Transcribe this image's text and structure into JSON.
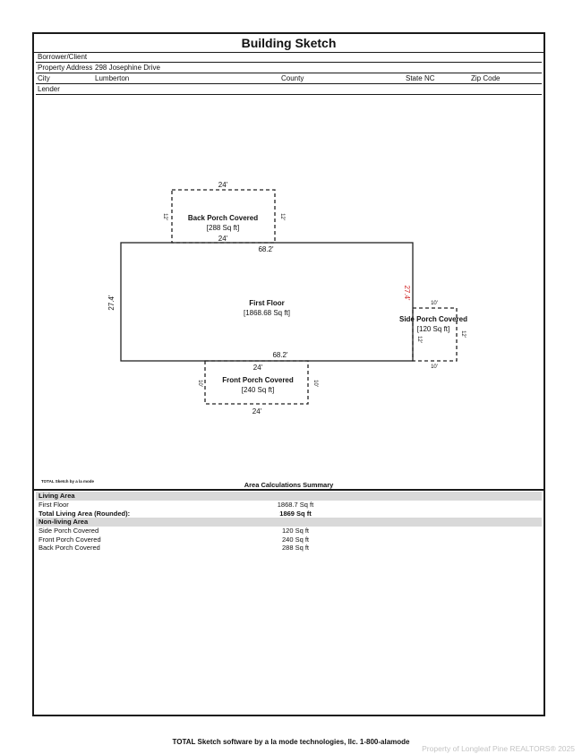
{
  "header": {
    "title": "Building Sketch",
    "borrower_label": "Borrower/Client",
    "property_label": "Property Address",
    "property_value": "298 Josephine Drive",
    "city_label": "City",
    "city_value": "Lumberton",
    "county_label": "County",
    "state_label": "State",
    "state_value": "NC",
    "zip_label": "Zip Code",
    "lender_label": "Lender"
  },
  "sketch": {
    "back_porch": {
      "name": "Back Porch Covered",
      "area": "[288 Sq ft]",
      "top": "24'",
      "bottom": "24'",
      "left": "12'",
      "right": "12'"
    },
    "first_floor": {
      "name": "First Floor",
      "area": "[1868.68 Sq ft]",
      "top": "68.2'",
      "bottom": "68.2'",
      "left": "27.4'",
      "right": "27.4'"
    },
    "side_porch": {
      "name": "Side Porch Covered",
      "area": "[120 Sq ft]",
      "top": "10'",
      "bottom": "10'",
      "left": "12'",
      "right": "12'"
    },
    "front_porch": {
      "name": "Front Porch Covered",
      "area": "[240 Sq ft]",
      "top": "24'",
      "bottom": "24'",
      "left": "10'",
      "right": "10'"
    },
    "highlight_color": "#d22a2a"
  },
  "summary": {
    "note": "TOTAL Sketch by a la mode",
    "title": "Area Calculations Summary",
    "living_head": "Living Area",
    "living_rows": [
      {
        "label": "First Floor",
        "value": "1868.7 Sq ft"
      },
      {
        "label": "Total Living Area (Rounded):",
        "value": "1869 Sq ft"
      }
    ],
    "nonliving_head": "Non-living Area",
    "nonliving_rows": [
      {
        "label": "Side Porch Covered",
        "value": "120 Sq ft"
      },
      {
        "label": "Front Porch Covered",
        "value": "240 Sq ft"
      },
      {
        "label": "Back Porch Covered",
        "value": "288 Sq ft"
      }
    ]
  },
  "footer": "TOTAL Sketch software by a la mode technologies, llc. 1-800-alamode",
  "watermark": "Property of Longleaf Pine REALTORS®  2025"
}
